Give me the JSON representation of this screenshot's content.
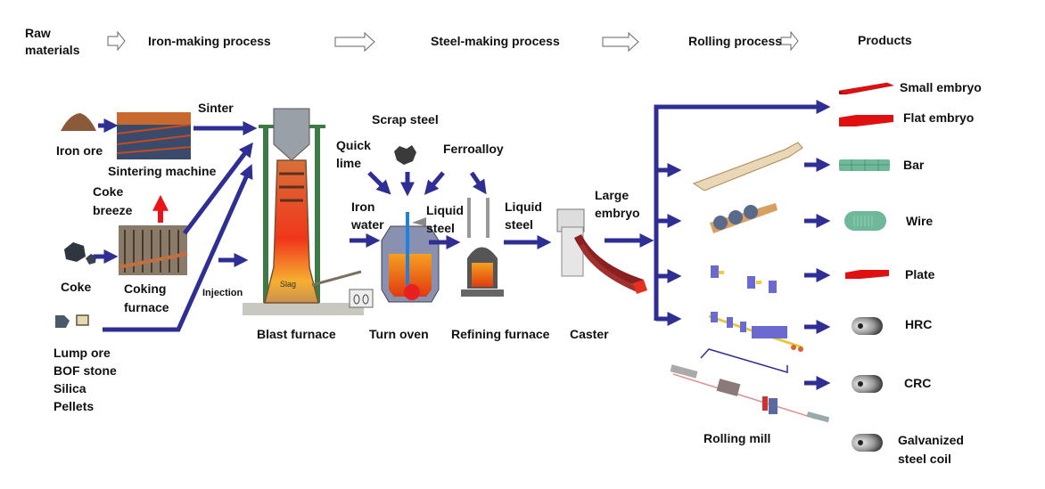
{
  "colors": {
    "arrow": "#2e2e94",
    "red_arrow": "#e8141a",
    "furnace_hot": "#e8401a",
    "frame_green": "#3c7a46",
    "product_red": "#e01010",
    "product_teal": "#6fb89a",
    "coil_gray": "#8a8a8a"
  },
  "header": {
    "stages": [
      {
        "label": "Raw\nmaterials"
      },
      {
        "label": "Iron-making process"
      },
      {
        "label": "Steel-making process"
      },
      {
        "label": "Rolling process"
      },
      {
        "label": "Products"
      }
    ]
  },
  "raw_materials": {
    "iron_ore": "Iron ore",
    "coke": "Coke",
    "lump_list": "Lump ore\nBOF stone\nSilica\nPellets"
  },
  "iron_making": {
    "sinter_label": "Sinter",
    "sintering_machine": "Sintering machine",
    "coke_breeze": "Coke\nbreeze",
    "coking_furnace": "Coking\nfurnace",
    "injection": "Injection",
    "blast_furnace": "Blast furnace",
    "slag": "Slag"
  },
  "steel_making": {
    "scrap_steel": "Scrap steel",
    "quick_lime": "Quick\nlime",
    "ferroalloy": "Ferroalloy",
    "iron_water": "Iron\nwater",
    "liquid_steel_1": "Liquid\nsteel",
    "liquid_steel_2": "Liquid\nsteel",
    "turn_oven": "Turn oven",
    "refining_furnace": "Refining furnace",
    "caster": "Caster",
    "large_embryo": "Large\nembryo"
  },
  "rolling": {
    "rolling_mill": "Rolling mill"
  },
  "products": [
    {
      "label": "Small embryo",
      "icon": "red-slab"
    },
    {
      "label": "Flat embryo",
      "icon": "red-slab"
    },
    {
      "label": "Bar",
      "icon": "teal-bars"
    },
    {
      "label": "Wire",
      "icon": "teal-coil"
    },
    {
      "label": "Plate",
      "icon": "red-plate"
    },
    {
      "label": "HRC",
      "icon": "steel-coil"
    },
    {
      "label": "CRC",
      "icon": "steel-coil"
    },
    {
      "label": "Galvanized\nsteel coil",
      "icon": "steel-coil"
    }
  ]
}
